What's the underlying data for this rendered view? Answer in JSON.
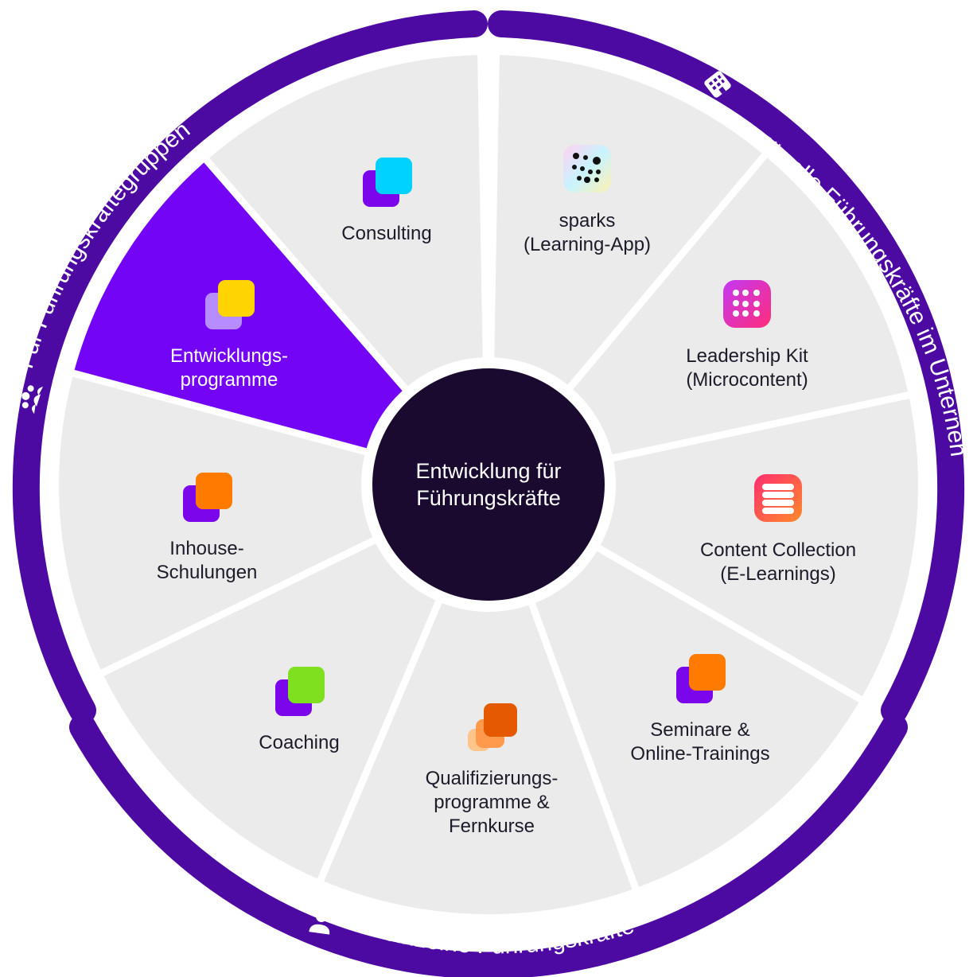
{
  "colors": {
    "ring": "#4d0aa3",
    "segment": "#ebebeb",
    "segment_active": "#7304f5",
    "center": "#1a0a30",
    "text": "#1b1b2a",
    "text_light": "#ffffff"
  },
  "center": {
    "line1": "Entwicklung für",
    "line2": "Führungskräfte"
  },
  "ring": {
    "groups": {
      "label": "Für Führungskräftegruppen",
      "icon": "people-group-icon"
    },
    "company": {
      "label": "Für alle Führungskräfte im Unternehmen",
      "icon": "building-icon"
    },
    "individual": {
      "label": "Für einzelne Führungskräfte",
      "icon": "person-icon"
    }
  },
  "segments": [
    {
      "id": "consulting",
      "lines": [
        "Consulting"
      ],
      "icon": "stacked-squares-cyan-icon",
      "active": false
    },
    {
      "id": "sparks",
      "lines": [
        "sparks",
        "(Learning-App)"
      ],
      "icon": "sparks-app-icon",
      "active": false
    },
    {
      "id": "leadership-kit",
      "lines": [
        "Leadership Kit",
        "(Microcontent)"
      ],
      "icon": "leadership-kit-app-icon",
      "active": false
    },
    {
      "id": "content-collection",
      "lines": [
        "Content Collection",
        "(E-Learnings)"
      ],
      "icon": "content-collection-app-icon",
      "active": false
    },
    {
      "id": "seminare",
      "lines": [
        "Seminare &",
        "Online-Trainings"
      ],
      "icon": "stacked-squares-orange-icon",
      "active": false
    },
    {
      "id": "qualifizierung",
      "lines": [
        "Qualifizierungs-",
        "programme &",
        "Fernkurse"
      ],
      "icon": "triple-squares-orange-icon",
      "active": false
    },
    {
      "id": "coaching",
      "lines": [
        "Coaching"
      ],
      "icon": "stacked-squares-green-icon",
      "active": false
    },
    {
      "id": "inhouse",
      "lines": [
        "Inhouse-",
        "Schulungen"
      ],
      "icon": "stacked-squares-orange-icon",
      "active": false
    },
    {
      "id": "entwicklungsprogramme",
      "lines": [
        "Entwicklungs-",
        "programme"
      ],
      "icon": "stacked-squares-yellow-icon",
      "active": true
    }
  ]
}
